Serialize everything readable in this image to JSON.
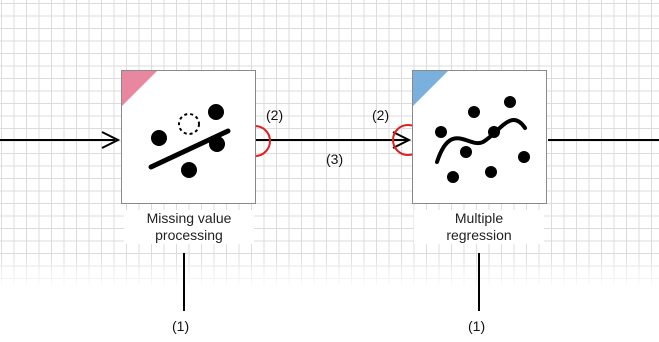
{
  "nodes": [
    {
      "label_line1": "Missing value",
      "label_line2": "processing",
      "icon": "missing-value-icon",
      "corner_color": "#e8879f"
    },
    {
      "label_line1": "Multiple",
      "label_line2": "regression",
      "icon": "regression-icon",
      "corner_color": "#7ab0de"
    }
  ],
  "callouts": {
    "node_label_left": "(1)",
    "node_label_right": "(1)",
    "port_output": "(2)",
    "port_input": "(2)",
    "link": "(3)"
  },
  "colors": {
    "highlight_circle": "#e02020",
    "connector": "#000000",
    "grid": "#dcdcdc"
  }
}
